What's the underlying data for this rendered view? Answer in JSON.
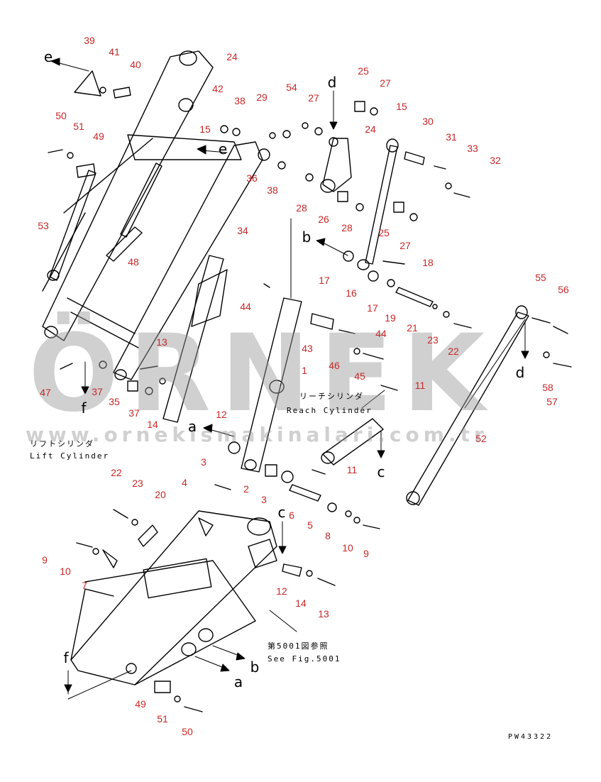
{
  "watermark": {
    "brand": "ÖRNEK",
    "site": "www.ornekismakinalari.com.tr",
    "accent": "#f2c200",
    "gray": "#969696"
  },
  "figure_code": "PW43322",
  "colors": {
    "callout": "#c82828",
    "line": "#000000"
  },
  "annotations": {
    "reach_cylinder_jp": "リーチシリンダ",
    "reach_cylinder_en": "Reach Cylinder",
    "lift_cylinder_jp": "リフトシリンダ",
    "lift_cylinder_en": "Lift Cylinder",
    "see_fig_jp": "第5001図参照",
    "see_fig_en": "See Fig.5001"
  },
  "view_letters": [
    "e",
    "e",
    "d",
    "d",
    "b",
    "b",
    "c",
    "c",
    "a",
    "a",
    "f",
    "f"
  ],
  "callouts": [
    "39",
    "41",
    "40",
    "24",
    "42",
    "38",
    "29",
    "54",
    "27",
    "25",
    "27",
    "15",
    "30",
    "31",
    "33",
    "32",
    "50",
    "51",
    "49",
    "15",
    "24",
    "36",
    "38",
    "28",
    "26",
    "28",
    "25",
    "27",
    "53",
    "34",
    "48",
    "b",
    "17",
    "18",
    "16",
    "17",
    "19",
    "21",
    "23",
    "22",
    "55",
    "56",
    "58",
    "57",
    "44",
    "43",
    "44",
    "46",
    "45",
    "1",
    "13",
    "47",
    "37",
    "35",
    "37",
    "14",
    "12",
    "11",
    "52",
    "11",
    "3",
    "4",
    "2",
    "3",
    "6",
    "5",
    "8",
    "10",
    "9",
    "22",
    "23",
    "20",
    "9",
    "10",
    "7",
    "12",
    "14",
    "13",
    "49",
    "51",
    "50"
  ]
}
